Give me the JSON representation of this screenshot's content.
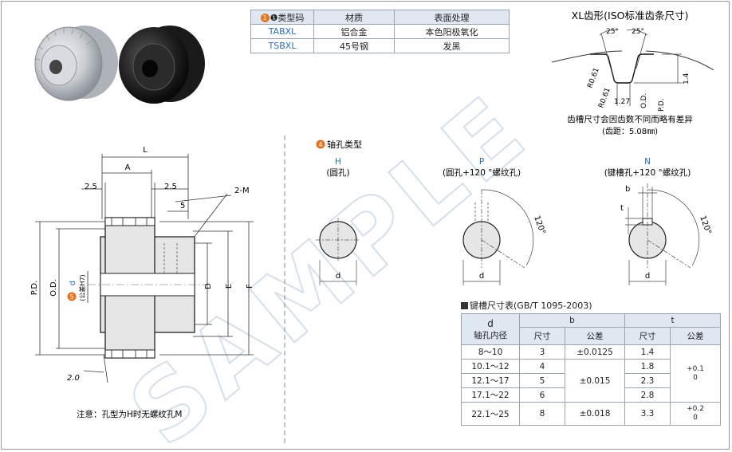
{
  "material_table": {
    "headers": [
      "❶类型码",
      "材质",
      "表面处理"
    ],
    "rows": [
      {
        "code": "TABXL",
        "material": "铝合金",
        "finish": "本色阳极氧化"
      },
      {
        "code": "TSBXL",
        "material": "45号钢",
        "finish": "发黑"
      }
    ]
  },
  "tooth_profile": {
    "title": "XL齿形(ISO标准齿条尺寸)",
    "angle_left": "25°",
    "angle_right": "25°",
    "r1": "R0.61",
    "r2": "R0.61",
    "depth": "1.27",
    "od": "O.D.",
    "pd": "P.D.",
    "height": "1.4",
    "note1": "齿槽尺寸会因齿数不同而略有差异",
    "note2": "(齿距：5.08㎜)"
  },
  "main_drawing": {
    "L": "L",
    "A": "A",
    "dim_2_5_left": "2.5",
    "dim_2_5_right": "2.5",
    "dim_5": "5",
    "thread": "2-M",
    "pd": "P.D.",
    "od": "O.D.",
    "d_badge": "5",
    "d_label": "d",
    "d_tol": "(公差H7)",
    "D": "D",
    "E": "E",
    "F": "F",
    "dim_2_0": "2.0",
    "note": "注意：孔型为H时无螺纹孔M"
  },
  "shaft_types": {
    "title": "轴孔类型",
    "badge": "4",
    "types": [
      {
        "code": "H",
        "desc": "(圆孔)",
        "d": "d"
      },
      {
        "code": "P",
        "desc": "(圆孔+120 °螺纹孔)",
        "d": "d",
        "angle": "120°"
      },
      {
        "code": "N",
        "desc": "(键槽孔+120 °螺纹孔)",
        "d": "d",
        "angle": "120°",
        "b": "b",
        "t": "t"
      }
    ]
  },
  "watermark": "SAMPLE",
  "keyway_table": {
    "title": "键槽尺寸表(GB/T 1095-2003)",
    "head_d": "d",
    "head_d2": "轴孔内径",
    "head_b": "b",
    "head_t": "t",
    "sub": [
      "尺寸",
      "公差",
      "尺寸",
      "公差"
    ],
    "rows": [
      {
        "d": "8～10",
        "b": "3",
        "b_tol": "±0.0125",
        "t": "1.4"
      },
      {
        "d": "10.1～12",
        "b": "4",
        "t": "1.8"
      },
      {
        "d": "12.1～17",
        "b": "5",
        "t": "2.3"
      },
      {
        "d": "17.1～22",
        "b": "6",
        "t": "2.8"
      },
      {
        "d": "22.1～25",
        "b": "8",
        "b_tol": "±0.018",
        "t": "3.3"
      }
    ],
    "b_tol_mid": "±0.015",
    "t_tol_1a": "+0.1",
    "t_tol_1b": "0",
    "t_tol_2a": "+0.2",
    "t_tol_2b": "0"
  }
}
